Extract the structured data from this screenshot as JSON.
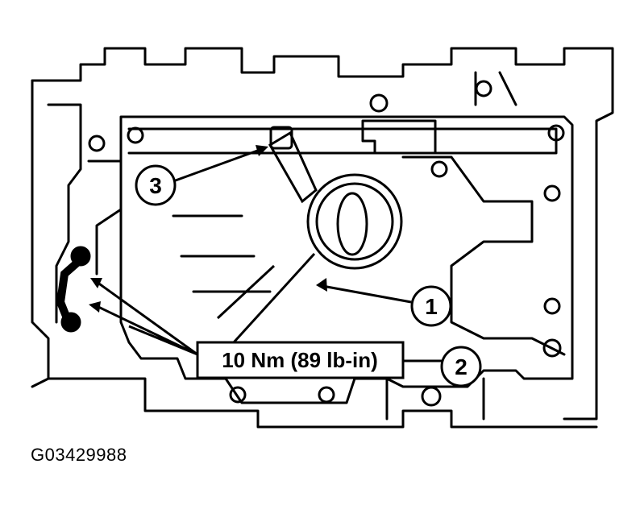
{
  "diagram": {
    "callouts": [
      "1",
      "2",
      "3"
    ],
    "torque_spec": "10 Nm (89 lb-in)",
    "figure_id": "G03429988"
  }
}
